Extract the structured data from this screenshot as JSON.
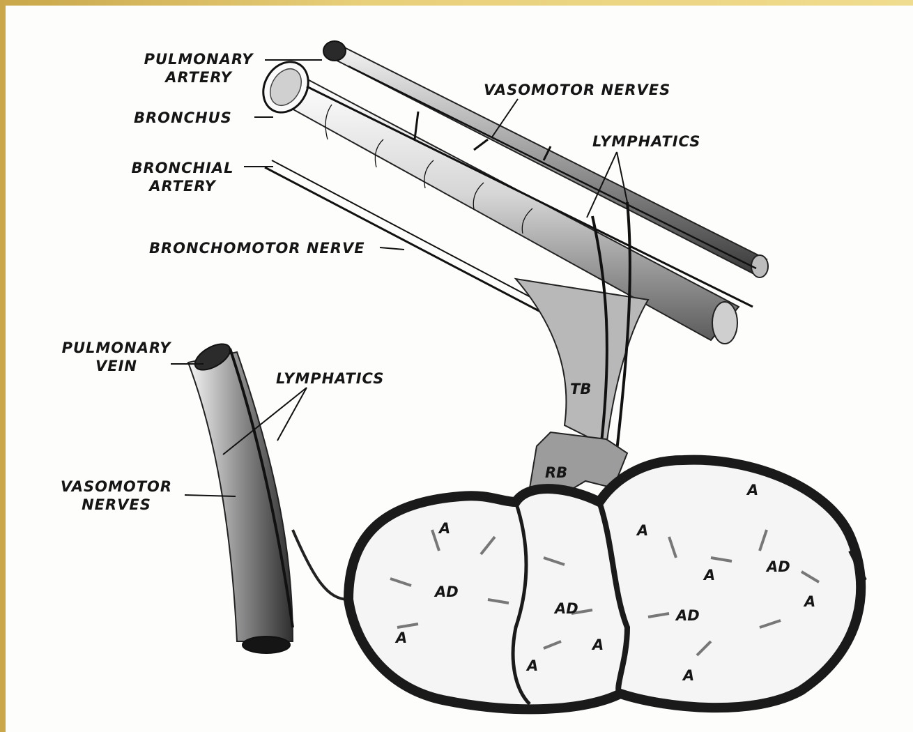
{
  "labels": {
    "pulmonary_artery": [
      "PULMONARY",
      "ARTERY"
    ],
    "bronchus": "BRONCHUS",
    "bronchial_artery": [
      "BRONCHIAL",
      "ARTERY"
    ],
    "bronchomotor_nerve": "BRONCHOMOTOR NERVE",
    "vasomotor_nerves_top": "VASOMOTOR NERVES",
    "lymphatics_top": "LYMPHATICS",
    "pulmonary_vein": [
      "PULMONARY",
      "VEIN"
    ],
    "lymphatics_left": "LYMPHATICS",
    "vasomotor_nerves_left": [
      "VASOMOTOR",
      "NERVES"
    ],
    "tb": "TB",
    "rb": "RB",
    "alveolus": "A",
    "alveolar_duct": "AD"
  },
  "colors": {
    "frame": "#e8cf7a",
    "paper": "#fdfdfb",
    "ink": "#151515"
  }
}
